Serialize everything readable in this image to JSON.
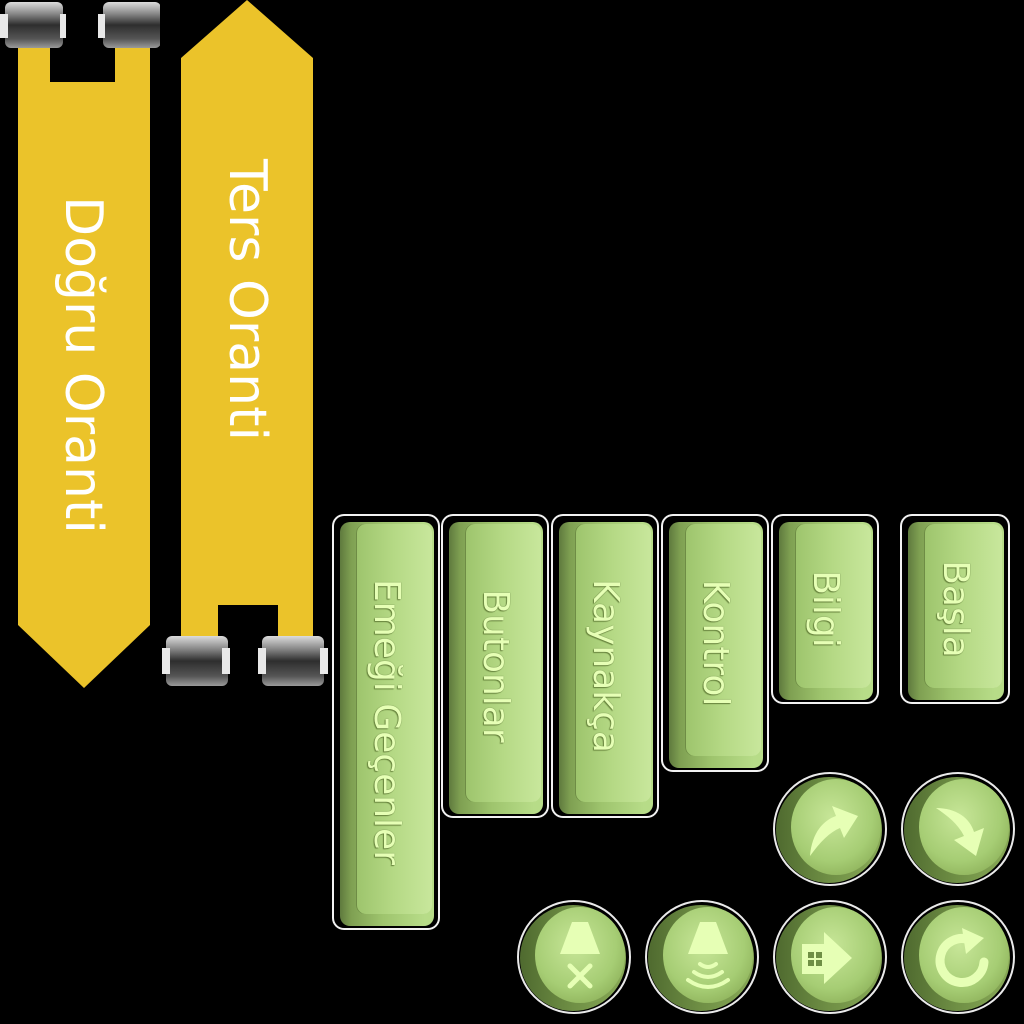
{
  "banners": {
    "direct": {
      "label": "Doğru Oranti"
    },
    "inverse": {
      "label": "Ters Oranti"
    }
  },
  "menu": {
    "contributors": "Emeği Geçenler",
    "buttons": "Butonlar",
    "references": "Kaynakça",
    "control": "Kontrol",
    "info": "Bilgi",
    "start": "Başla"
  },
  "icons": {
    "previous": "redo-up-arrow-icon",
    "next": "turn-down-arrow-icon",
    "sound_off": "speaker-muted-icon",
    "sound_on": "speaker-on-icon",
    "home": "home-icon",
    "restart": "restart-icon"
  },
  "colors": {
    "banner_yellow": "#EBC32A",
    "button_green": "#A8CF78",
    "button_text": "#E6FFB5"
  }
}
